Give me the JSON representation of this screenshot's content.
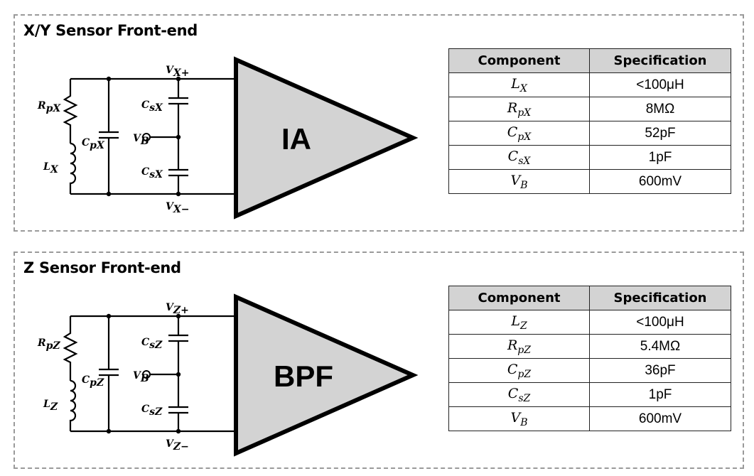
{
  "panels": [
    {
      "id": "xy",
      "title": "X/Y Sensor Front-end",
      "amplifier": "IA",
      "schematic": {
        "rp": "R",
        "rp_sub": "pX",
        "l": "L",
        "l_sub": "X",
        "cp": "C",
        "cp_sub": "pX",
        "cs_top": "C",
        "cs_top_sub": "sX",
        "cs_bot": "C",
        "cs_bot_sub": "sX",
        "vb": "V",
        "vb_sub": "B",
        "vplus": "V",
        "vplus_sub": "X+",
        "vminus": "V",
        "vminus_sub": "X−"
      },
      "table": {
        "headers": [
          "Component",
          "Specification"
        ],
        "rows": [
          {
            "sym": "L",
            "sub": "X",
            "value": "<100μH"
          },
          {
            "sym": "R",
            "sub": "pX",
            "value": "8MΩ"
          },
          {
            "sym": "C",
            "sub": "pX",
            "value": "52pF"
          },
          {
            "sym": "C",
            "sub": "sX",
            "value": "1pF"
          },
          {
            "sym": "V",
            "sub": "B",
            "value": "600mV"
          }
        ]
      }
    },
    {
      "id": "z",
      "title": "Z Sensor Front-end",
      "amplifier": "BPF",
      "schematic": {
        "rp": "R",
        "rp_sub": "pZ",
        "l": "L",
        "l_sub": "Z",
        "cp": "C",
        "cp_sub": "pZ",
        "cs_top": "C",
        "cs_top_sub": "sZ",
        "cs_bot": "C",
        "cs_bot_sub": "sZ",
        "vb": "V",
        "vb_sub": "B",
        "vplus": "V",
        "vplus_sub": "Z+",
        "vminus": "V",
        "vminus_sub": "Z−"
      },
      "table": {
        "headers": [
          "Component",
          "Specification"
        ],
        "rows": [
          {
            "sym": "L",
            "sub": "Z",
            "value": "<100μH"
          },
          {
            "sym": "R",
            "sub": "pZ",
            "value": "5.4MΩ"
          },
          {
            "sym": "C",
            "sub": "pZ",
            "value": "36pF"
          },
          {
            "sym": "C",
            "sub": "sZ",
            "value": "1pF"
          },
          {
            "sym": "V",
            "sub": "B",
            "value": "600mV"
          }
        ]
      }
    }
  ],
  "colors": {
    "amplifier_fill": "#d3d3d3",
    "header_fill": "#d3d3d3",
    "panel_border": "#9a9a9a"
  }
}
